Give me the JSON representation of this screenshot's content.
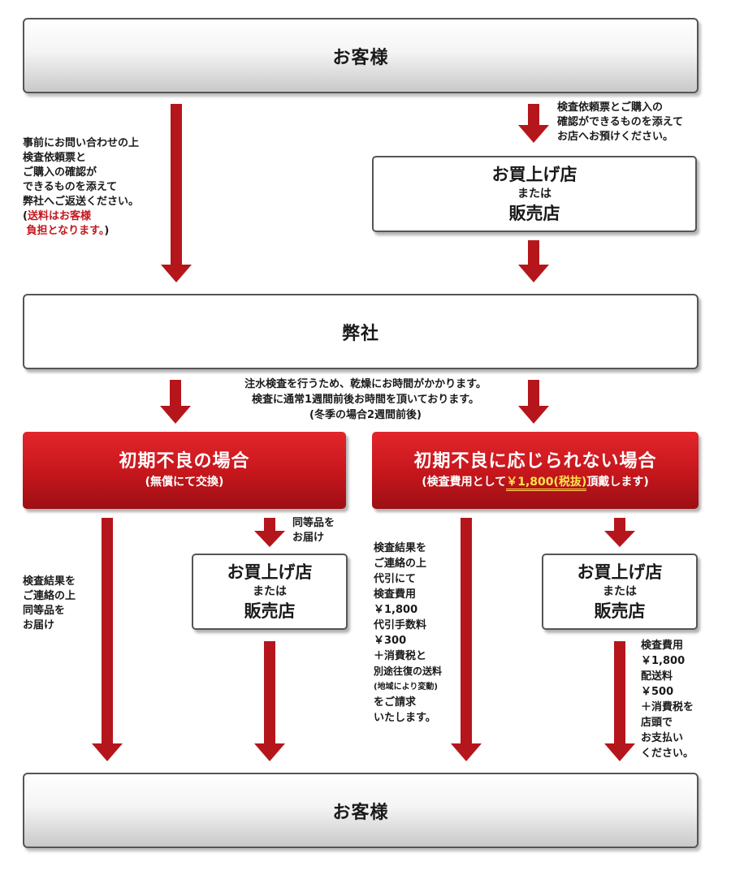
{
  "customer_top": "お客様",
  "note_left_top": [
    "事前にお問い合わせの上",
    "検査依頼票と",
    "ご購入の確認が",
    "できるものを添えて",
    "弊社へご返送ください。"
  ],
  "note_left_top_paren_open": "(",
  "note_left_top_red": [
    "送料はお客様",
    "負担となります。"
  ],
  "note_left_top_paren_close": ")",
  "note_right_top": [
    "検査依頼票とご購入の",
    "確認ができるものを添えて",
    "お店へお預けください。"
  ],
  "shop_top": {
    "line1": "お買上げ店",
    "line2": "または",
    "line3": "販売店"
  },
  "company": "弊社",
  "note_center": [
    "注水検査を行うため、乾燥にお時間がかかります。",
    "検査に通常1週間前後お時間を頂いております。",
    "(冬季の場合2週間前後)"
  ],
  "case_defect": {
    "title": "初期不良の場合",
    "sub": "(無償にて交換)"
  },
  "case_no_defect": {
    "title": "初期不良に応じられない場合",
    "sub_pre": "(検査費用として",
    "sub_price": "￥1,800(税抜)",
    "sub_post": "頂戴します)"
  },
  "note_same_product": [
    "同等品を",
    "お届け"
  ],
  "shop_left": {
    "line1": "お買上げ店",
    "line2": "または",
    "line3": "販売店"
  },
  "shop_right": {
    "line1": "お買上げ店",
    "line2": "または",
    "line3": "販売店"
  },
  "note_left_bottom": [
    "検査結果を",
    "ご連絡の上",
    "同等品を",
    "お届け"
  ],
  "note_mid_bottom": [
    "検査結果を",
    "ご連絡の上",
    "代引にて",
    "検査費用",
    "￥1,800",
    "代引手数料",
    "￥300",
    "＋消費税と",
    "別途往復の送料"
  ],
  "note_mid_bottom_small": "(地域により変動)",
  "note_mid_bottom_tail": [
    "をご請求",
    "いたします。"
  ],
  "note_right_bottom": [
    "検査費用",
    "￥1,800",
    "配送料",
    "￥500",
    "＋消費税を",
    "店頭で",
    "お支払い",
    "ください。"
  ],
  "customer_bottom": "お客様",
  "colors": {
    "red": "#c4161c",
    "arrow": "#b5161c",
    "price": "#ffe24a"
  }
}
